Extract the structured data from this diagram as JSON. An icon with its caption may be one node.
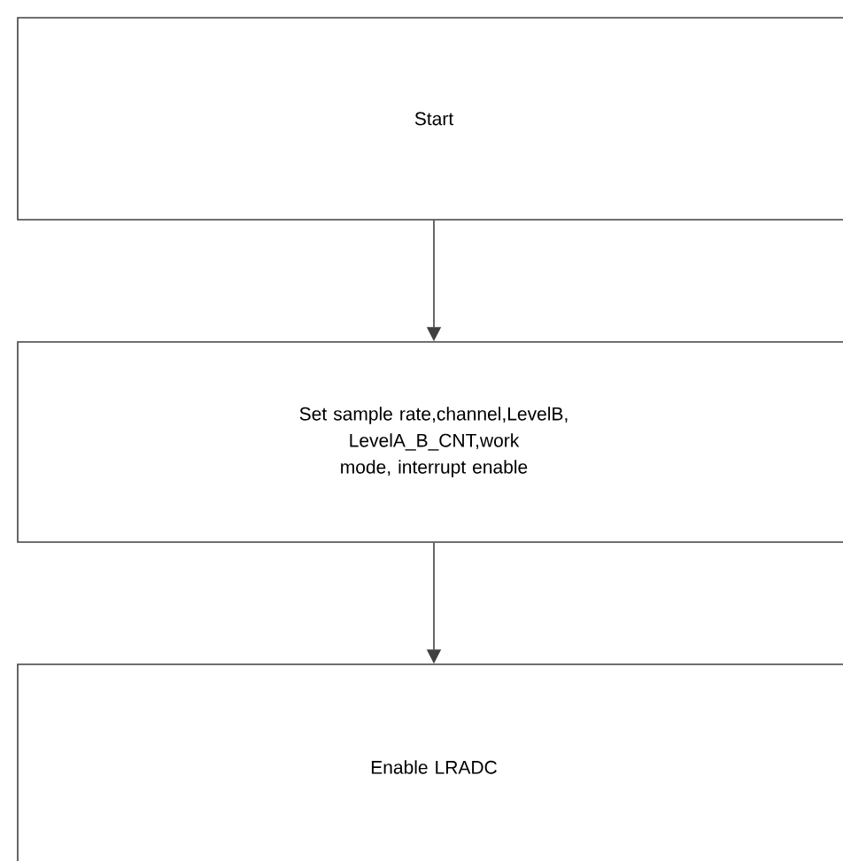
{
  "diagram": {
    "nodes": [
      {
        "text": [
          "Start"
        ]
      },
      {
        "text": [
          "Set sample rate,channel,LevelB, LevelA_B_CNT,work mode, interrupt enable"
        ]
      },
      {
        "text": [
          "Enable LRADC"
        ]
      }
    ],
    "edges": [
      {
        "from": 0,
        "to": 1,
        "arrow": "to"
      },
      {
        "from": 1,
        "to": 2,
        "arrow": "to"
      }
    ]
  }
}
